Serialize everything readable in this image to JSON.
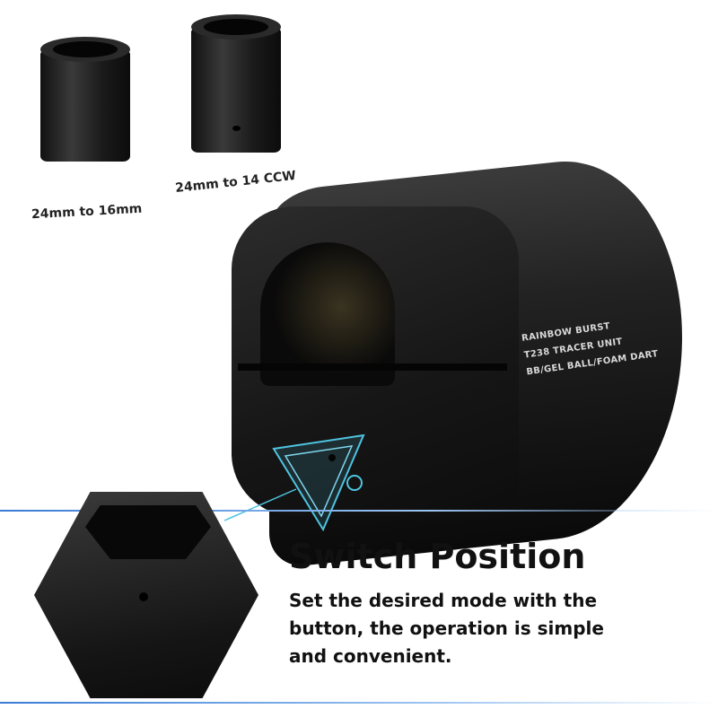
{
  "adapters": [
    {
      "label": "24mm to 16mm"
    },
    {
      "label": "24mm to 14 CCW"
    }
  ],
  "device": {
    "lines": [
      "RAINBOW BURST",
      "T238 TRACER UNIT",
      "BB/GEL BALL/FOAM DART"
    ]
  },
  "feature": {
    "title": "Switch Position",
    "description": "Set the desired mode with the button, the operation is simple and convenient."
  },
  "colors": {
    "accent": "#3a7bd5",
    "highlight": "#4fc3e0"
  }
}
